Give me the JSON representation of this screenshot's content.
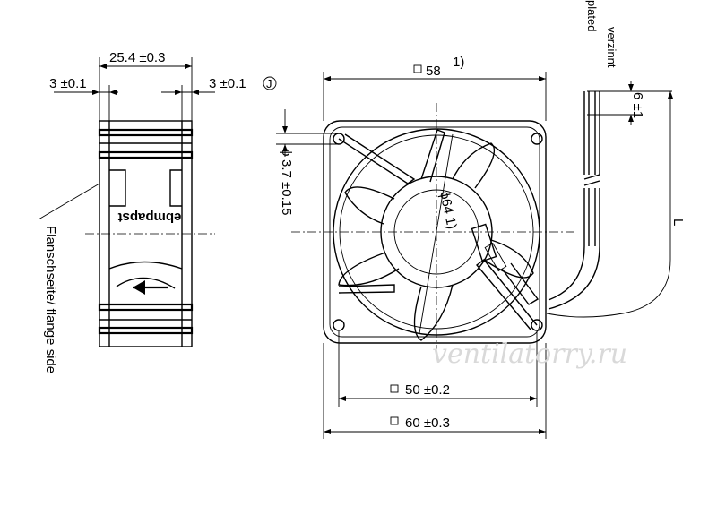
{
  "side_view": {
    "width_dim": "25.4  ±0.3",
    "flange_left_dim": "3  ±0.1",
    "flange_right_dim": "3  ±0.1",
    "flange_right_note_symbol": "J",
    "brand_logo": "ebmpapst",
    "flange_side_label": "Flanschseite/ flange side"
  },
  "front_view": {
    "note_marker": "1)",
    "top_square_dim": "58",
    "hole_dim": "3.7  ±0.15",
    "hole_prefix": "ϕ",
    "hub_dim": "ϕ64 1)",
    "bottom_square_dim_1": "50  ±0.2",
    "bottom_square_dim_2": "60  ±0.3"
  },
  "leads": {
    "finish_label_1": "verzinnt",
    "finish_label_2": "plated",
    "strip_dim": "6  ±1",
    "length_label": "L"
  },
  "watermark": "ventilatorry.ru"
}
